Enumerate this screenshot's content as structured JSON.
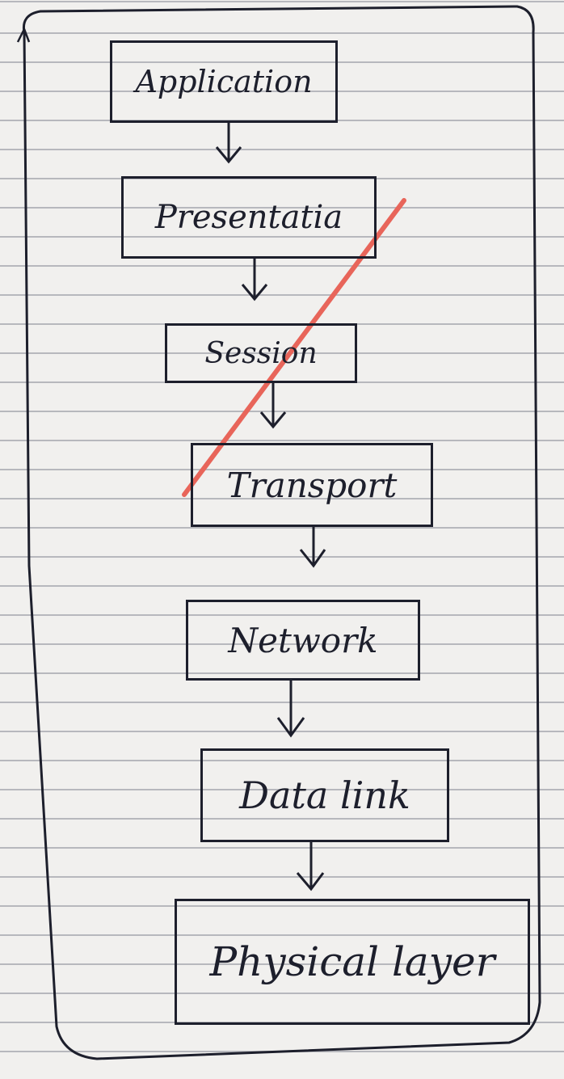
{
  "diagram": {
    "layers": [
      {
        "label": "Application"
      },
      {
        "label": "Presentatia"
      },
      {
        "label": "Session"
      },
      {
        "label": "Transport"
      },
      {
        "label": "Network"
      },
      {
        "label": "Data link"
      },
      {
        "label": "Physical layer"
      }
    ]
  },
  "colors": {
    "ink": "#1d1f2c",
    "strike": "#e8655a",
    "paper": "#f1f0ee",
    "rule": "#b7b8bd"
  }
}
